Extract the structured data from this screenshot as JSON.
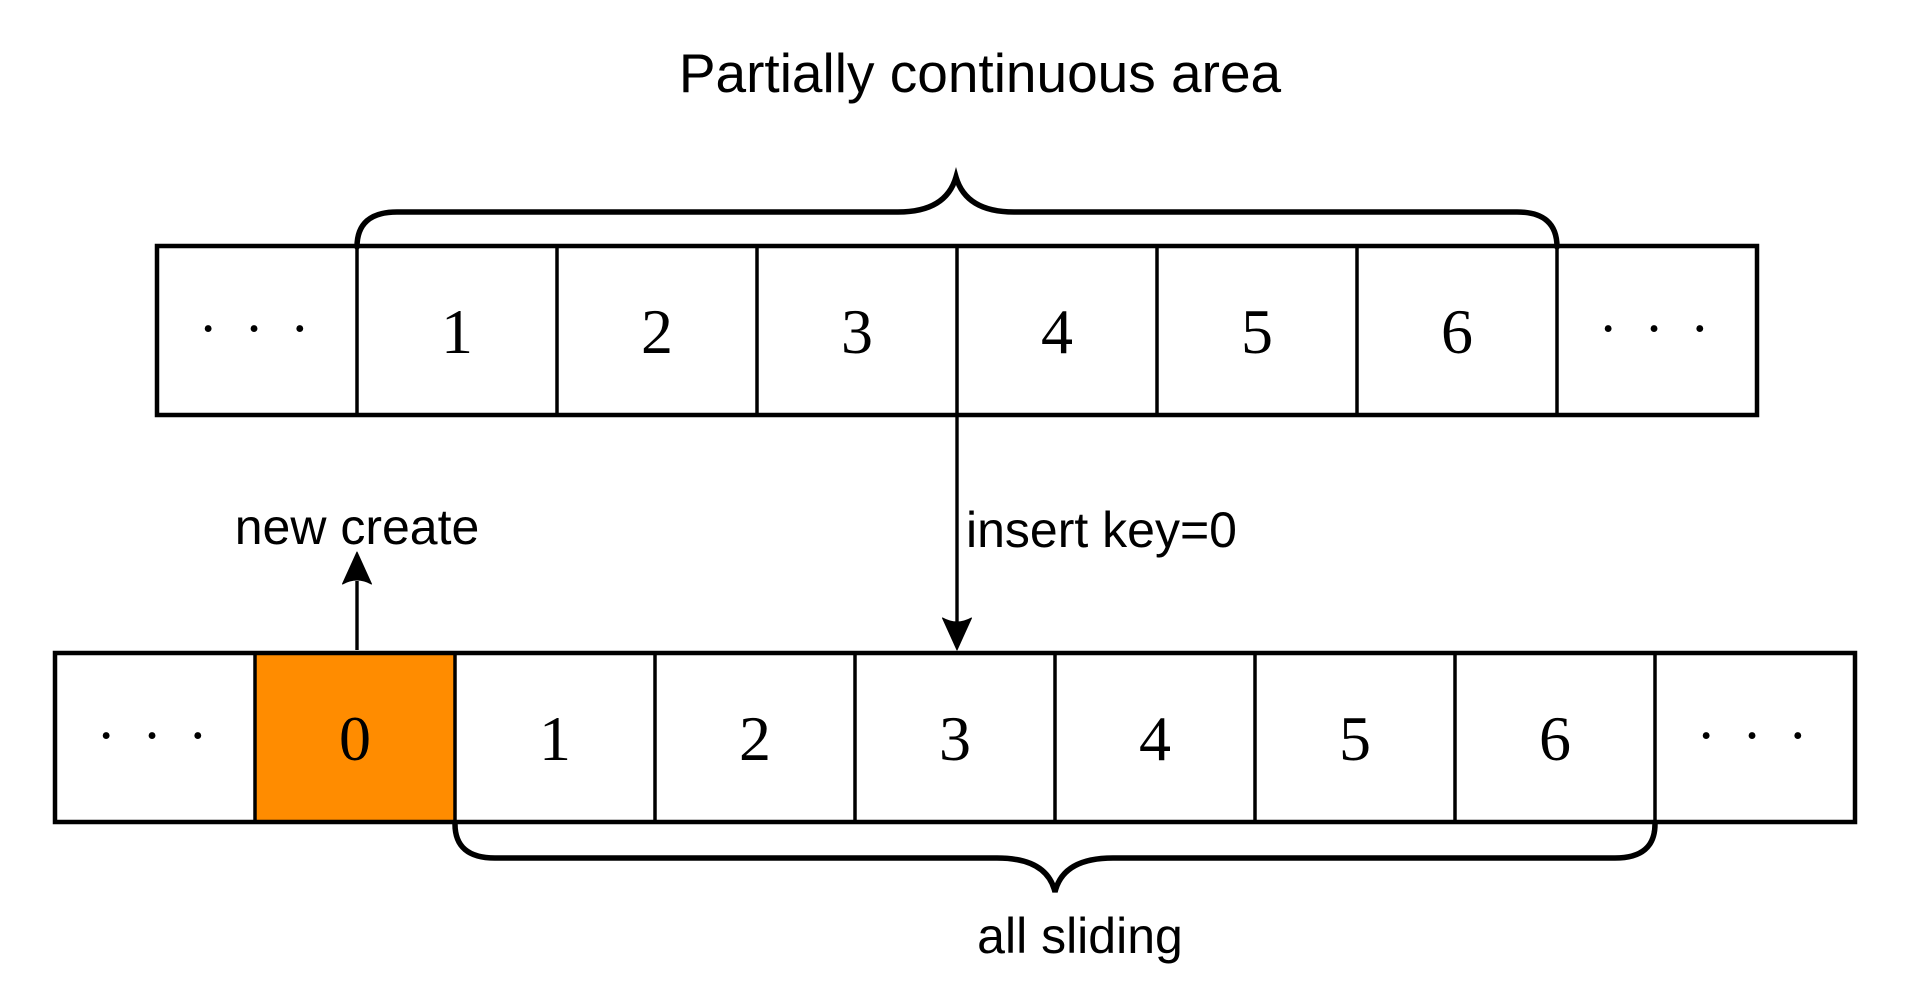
{
  "diagram": {
    "title": "Partially continuous area",
    "labels": {
      "insert_arrow": "insert key=0",
      "new_create_arrow": "new create",
      "bottom_brace": "all sliding"
    },
    "top_array": {
      "cells": [
        "· · ·",
        "1",
        "2",
        "3",
        "4",
        "5",
        "6",
        "· · ·"
      ]
    },
    "bottom_array": {
      "cells": [
        "· · ·",
        "0",
        "1",
        "2",
        "3",
        "4",
        "5",
        "6",
        "· · ·"
      ],
      "highlighted_cell": "0"
    },
    "colors": {
      "highlight": "#ff8c00",
      "line": "#000000",
      "background": "#ffffff"
    }
  }
}
